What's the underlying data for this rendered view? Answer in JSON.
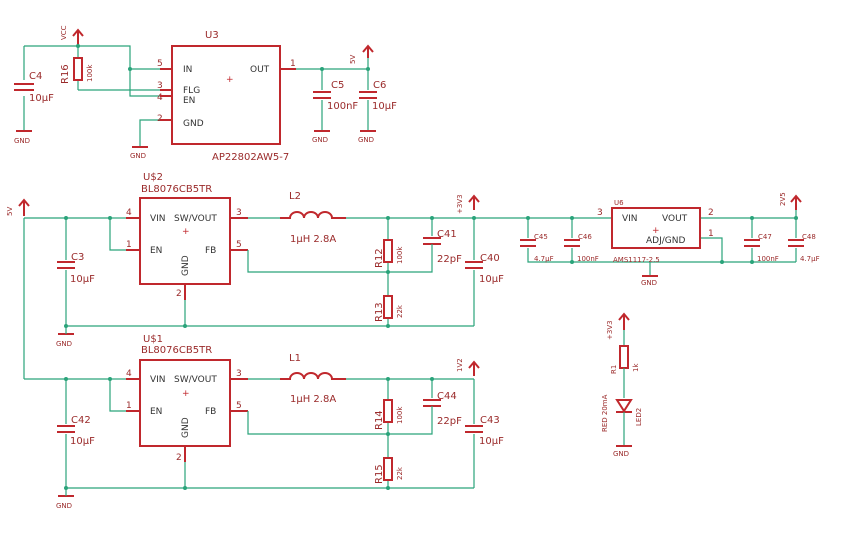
{
  "schematic": {
    "u3": {
      "name": "U3",
      "part": "AP22802AW5-7",
      "pins": {
        "in": "IN",
        "flg": "FLG",
        "en": "EN",
        "gnd": "GND",
        "out": "OUT"
      },
      "pin_numbers": {
        "in": "5",
        "flg": "3",
        "en": "4",
        "gnd": "2",
        "out": "1"
      }
    },
    "u2": {
      "name": "U$2",
      "part": "BL8076CB5TR",
      "pins": {
        "vin": "VIN",
        "sw": "SW/VOUT",
        "en": "EN",
        "fb": "FB",
        "gnd": "GND"
      },
      "pin_numbers": {
        "vin": "4",
        "en": "1",
        "sw": "3",
        "fb": "5",
        "gnd": "2"
      }
    },
    "u1": {
      "name": "U$1",
      "part": "BL8076CB5TR",
      "pins": {
        "vin": "VIN",
        "sw": "SW/VOUT",
        "en": "EN",
        "fb": "FB",
        "gnd": "GND"
      },
      "pin_numbers": {
        "vin": "4",
        "en": "1",
        "sw": "3",
        "fb": "5",
        "gnd": "2"
      }
    },
    "u6": {
      "name": "U6",
      "part": "AMS1117-2.5",
      "pins": {
        "vin": "VIN",
        "vout": "VOUT",
        "adj": "ADJ/GND"
      },
      "pin_numbers": {
        "vin": "3",
        "vout": "2",
        "adj": "1"
      }
    },
    "inductors": [
      {
        "name": "L2",
        "value": "1μH 2.8A"
      },
      {
        "name": "L1",
        "value": "1μH 2.8A"
      }
    ],
    "capacitors": [
      {
        "name": "C4",
        "value": "10μF"
      },
      {
        "name": "C5",
        "value": "100nF"
      },
      {
        "name": "C6",
        "value": "10μF"
      },
      {
        "name": "C3",
        "value": "10μF"
      },
      {
        "name": "C41",
        "value": "22pF"
      },
      {
        "name": "C40",
        "value": "10μF"
      },
      {
        "name": "C42",
        "value": "10μF"
      },
      {
        "name": "C44",
        "value": "22pF"
      },
      {
        "name": "C43",
        "value": "10μF"
      },
      {
        "name": "C45",
        "value": "4.7μF"
      },
      {
        "name": "C46",
        "value": "100nF"
      },
      {
        "name": "C47",
        "value": "100nF"
      },
      {
        "name": "C48",
        "value": "4.7μF"
      }
    ],
    "resistors": [
      {
        "name": "R16",
        "value": "100k"
      },
      {
        "name": "R12",
        "value": "100k"
      },
      {
        "name": "R13",
        "value": "22k"
      },
      {
        "name": "R14",
        "value": "100k"
      },
      {
        "name": "R15",
        "value": "22k"
      },
      {
        "name": "R1",
        "value": "1k"
      }
    ],
    "led": {
      "name": "LED2",
      "value": "RED 20mA"
    },
    "nets": {
      "vcc": "VCC",
      "v5_top": "5V",
      "v5_left": "5V",
      "v3v3": "+3V3",
      "v1v2": "1V2",
      "v2v5": "2V5",
      "led_3v3": "+3V3",
      "gnd": "GND"
    }
  }
}
